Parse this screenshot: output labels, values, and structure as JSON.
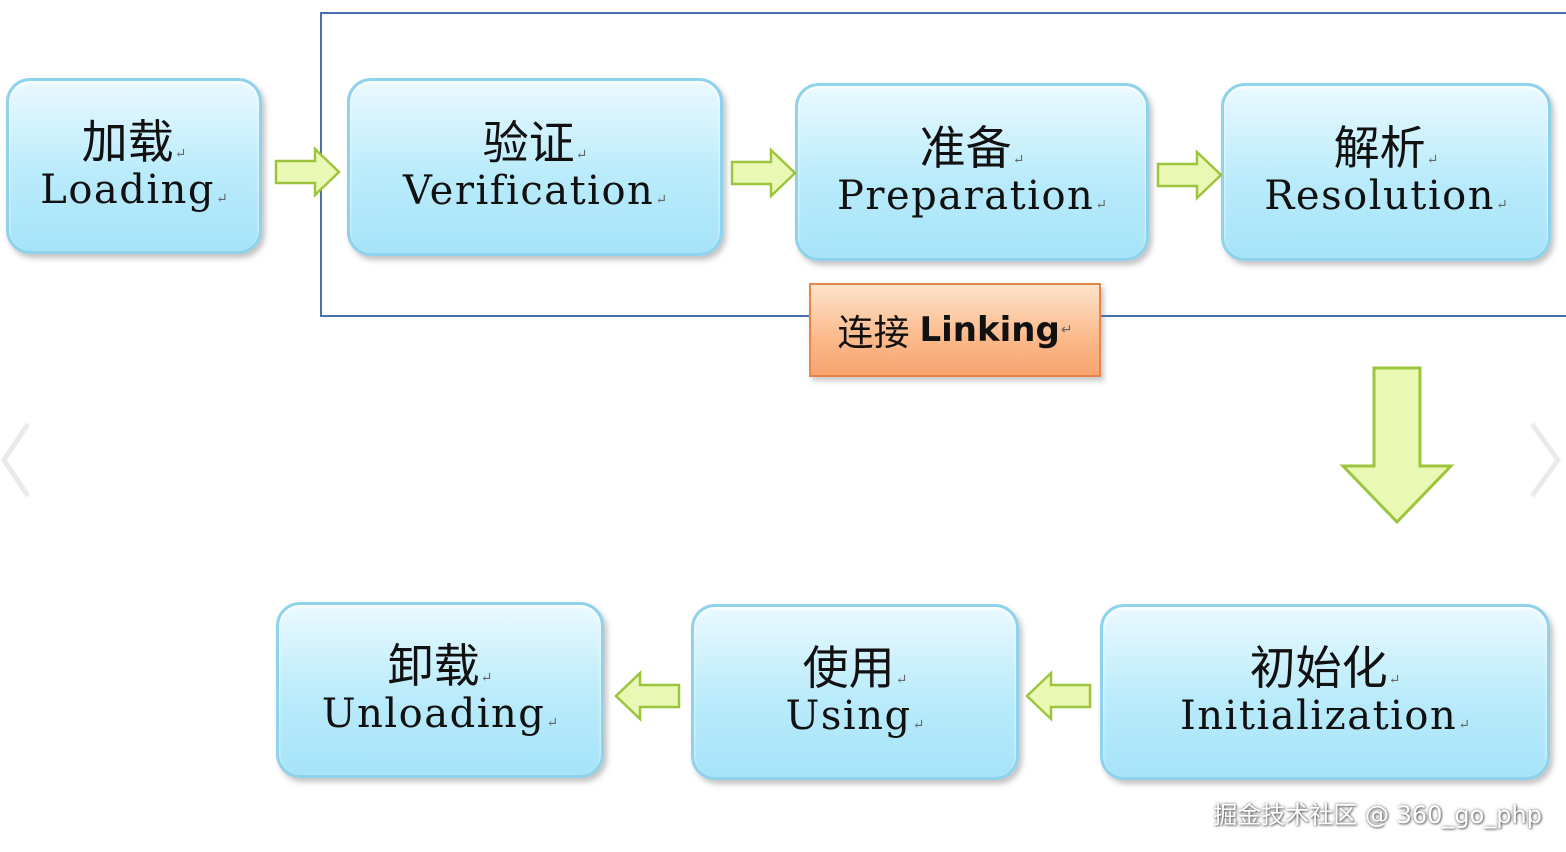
{
  "stages": {
    "loading": {
      "cn": "加载",
      "en": "Loading"
    },
    "verification": {
      "cn": "验证",
      "en": "Verification"
    },
    "preparation": {
      "cn": "准备",
      "en": "Preparation"
    },
    "resolution": {
      "cn": "解析",
      "en": "Resolution"
    },
    "initialization": {
      "cn": "初始化",
      "en": "Initialization"
    },
    "using": {
      "cn": "使用",
      "en": "Using"
    },
    "unloading": {
      "cn": "卸载",
      "en": "Unloading"
    }
  },
  "linking": {
    "cn": "连接",
    "en": "Linking"
  },
  "paragraph_mark": "↵",
  "watermark": "掘金技术社区 @ 360_go_php",
  "colors": {
    "stage_fill": "#b9ebfb",
    "stage_border": "#8fd2ec",
    "arrow_fill": "#e9f9b4",
    "arrow_stroke": "#9cc43c",
    "linking_fill": "#fbb98a",
    "linking_border": "#e8854a",
    "frame": "#4a6fae"
  },
  "icons": {
    "flow_arrow": "arrow-icon",
    "nav_prev": "chevron-left-icon",
    "nav_next": "chevron-right-icon"
  }
}
